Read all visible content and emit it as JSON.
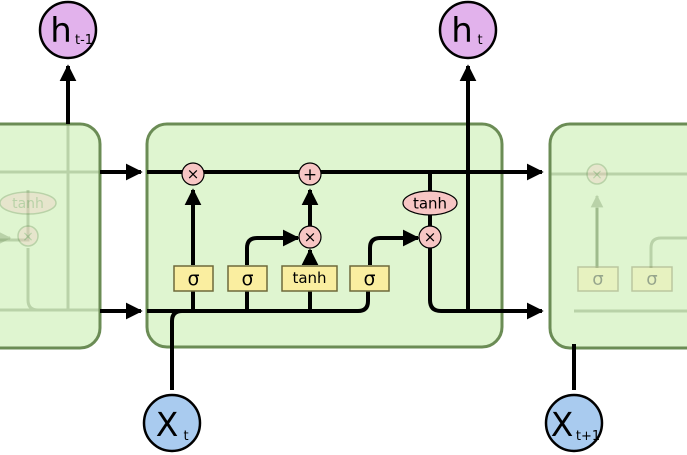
{
  "cells": {
    "left": {
      "tanh": "tanh"
    },
    "center": {
      "gates": [
        {
          "label": "σ"
        },
        {
          "label": "σ"
        },
        {
          "label": "tanh"
        },
        {
          "label": "σ"
        }
      ],
      "ops": {
        "forget_mul": "×",
        "add": "+",
        "input_mul": "×",
        "output_mul": "×",
        "cell_tanh": "tanh"
      }
    },
    "right": {
      "gates": [
        {
          "label": "σ"
        },
        {
          "label": "σ"
        }
      ],
      "ops": {
        "forget_mul": "×"
      }
    }
  },
  "nodes": {
    "h_prev": {
      "main": "h",
      "sub": "t-1"
    },
    "h_curr": {
      "main": "h",
      "sub": "t"
    },
    "x_curr": {
      "main": "X",
      "sub": "t"
    },
    "x_next": {
      "main": "X",
      "sub": "t+1"
    }
  },
  "colors": {
    "cell_fill": "#dff5d0",
    "cell_stroke": "#6b8c55",
    "gate_fill": "#faeea0",
    "gate_stroke": "#6e6a3a",
    "op_fill": "#f7c6c4",
    "h_fill": "#e2b2ec",
    "x_fill": "#a9cbef",
    "line": "#000000"
  }
}
